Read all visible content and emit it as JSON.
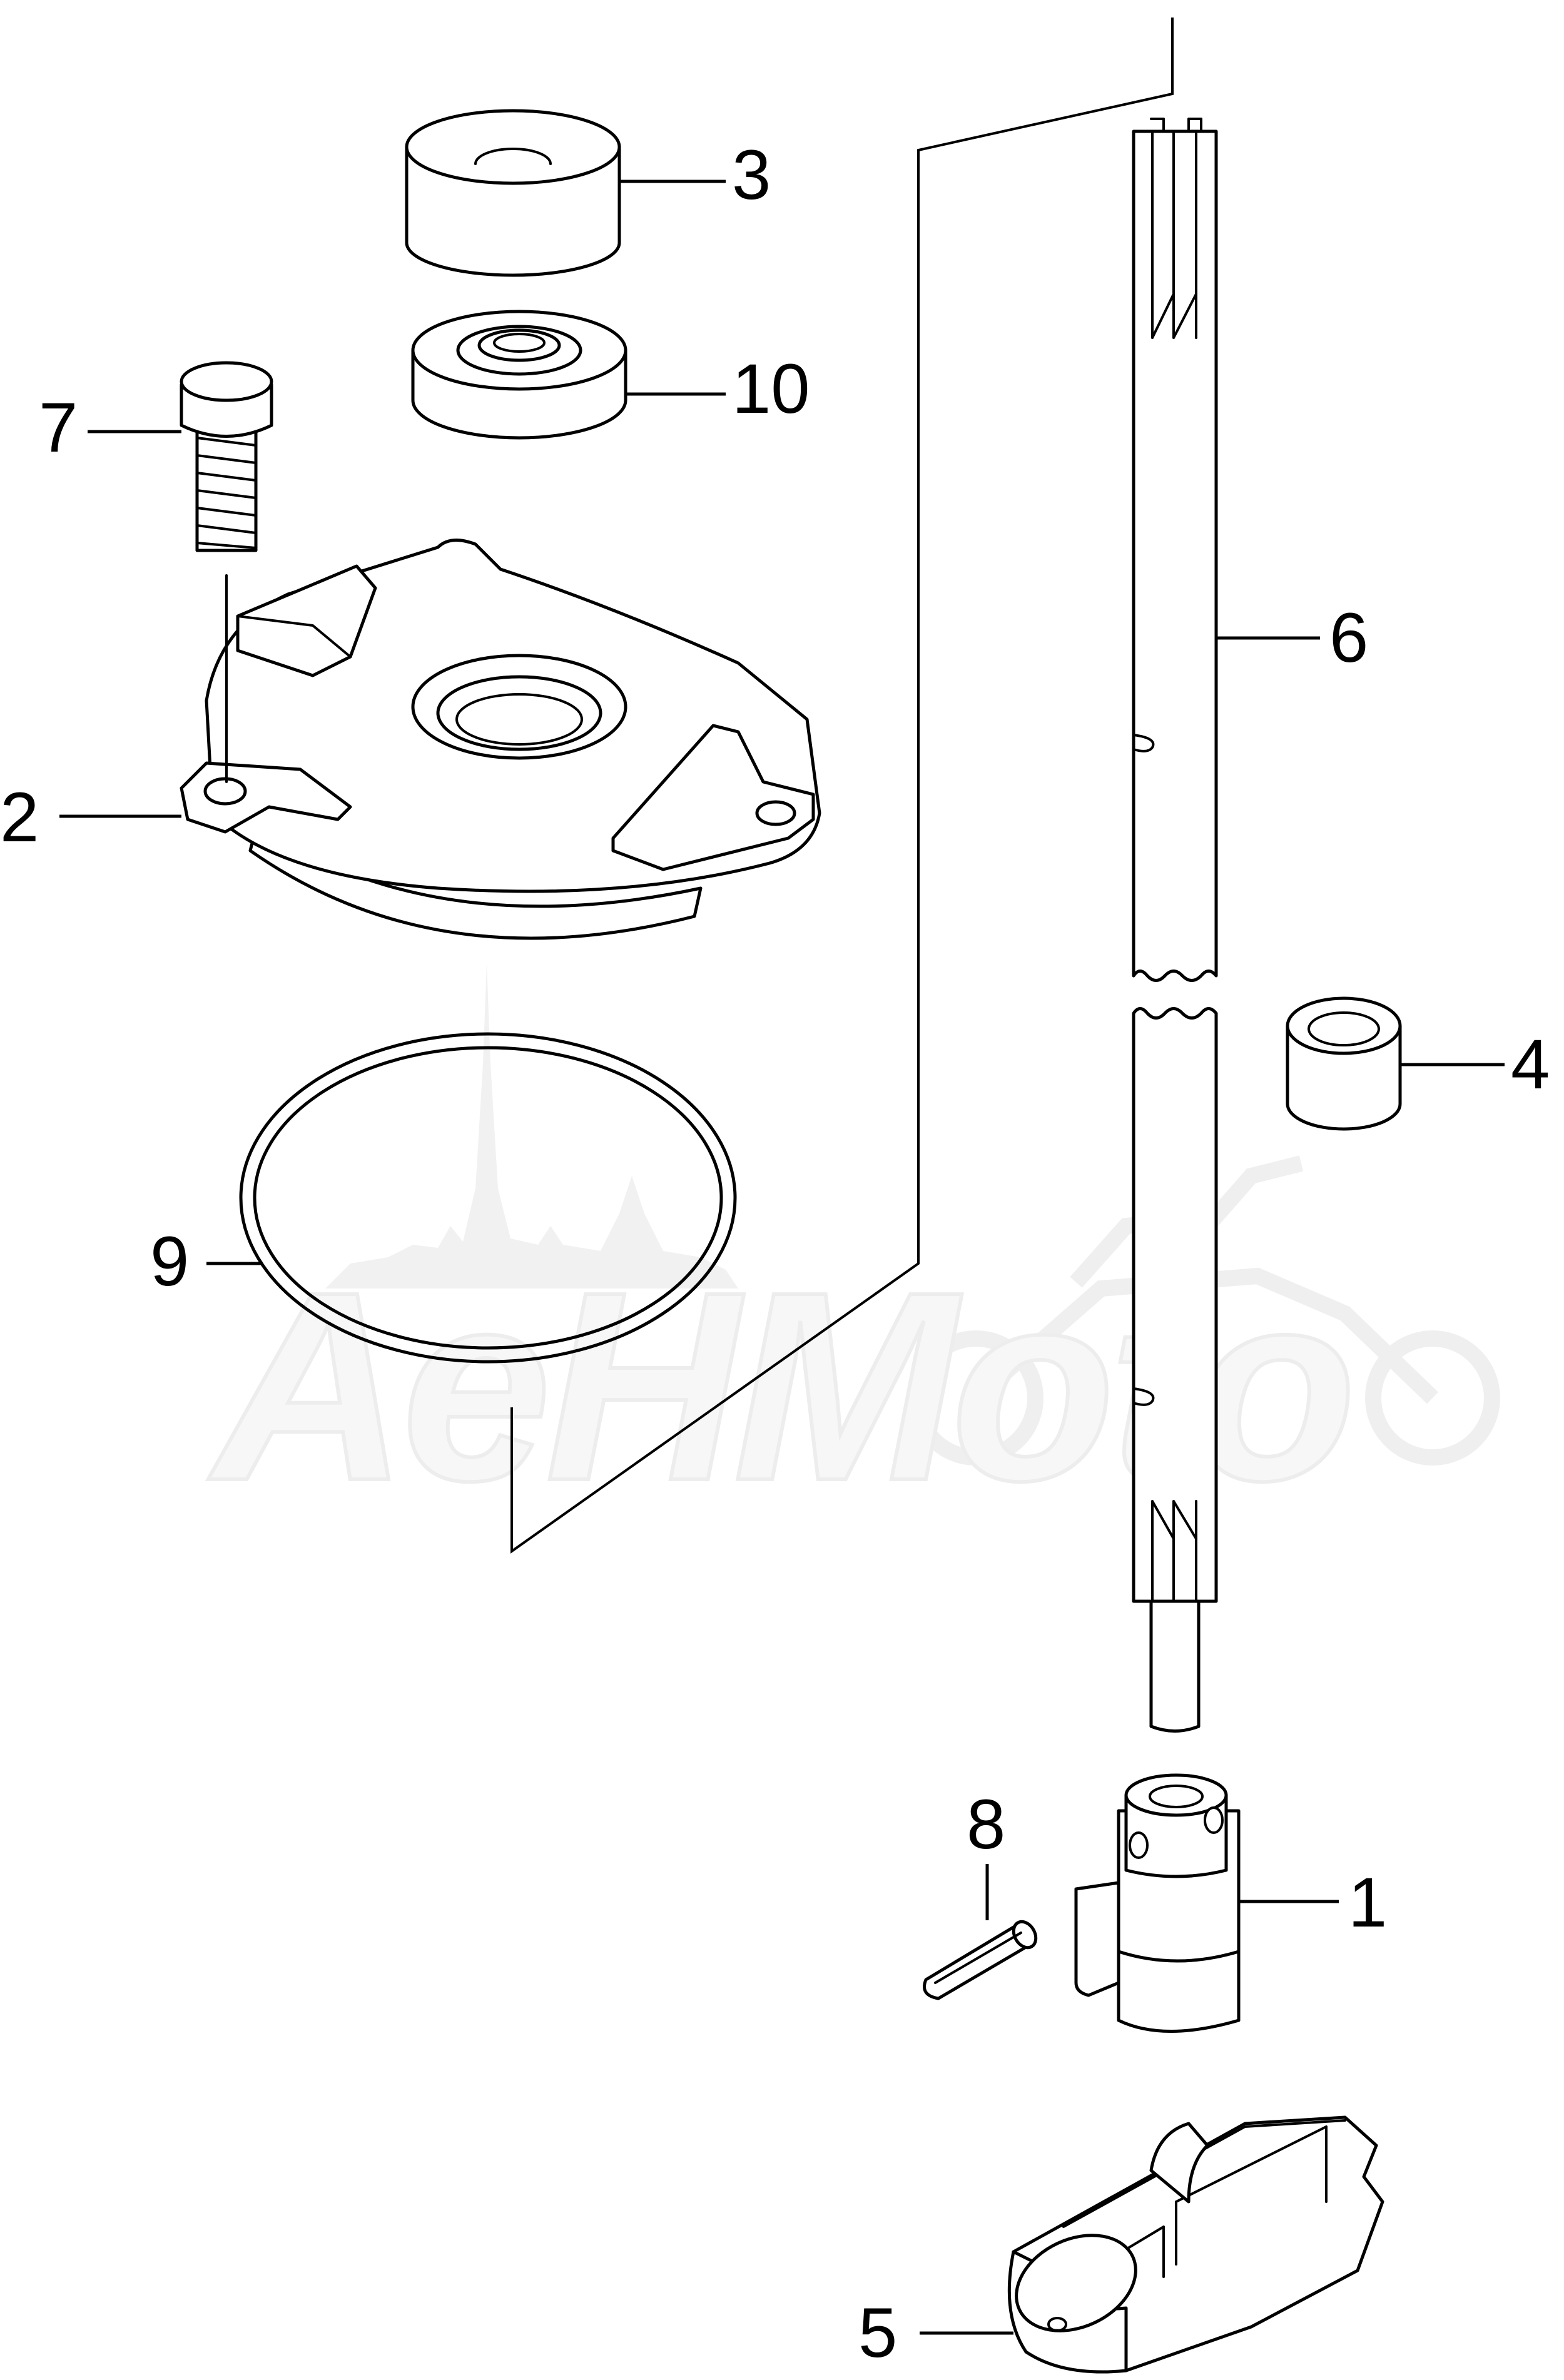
{
  "diagram": {
    "callouts": [
      {
        "id": "1",
        "label": "1"
      },
      {
        "id": "2",
        "label": "2"
      },
      {
        "id": "3",
        "label": "3"
      },
      {
        "id": "4",
        "label": "4"
      },
      {
        "id": "5",
        "label": "5"
      },
      {
        "id": "6",
        "label": "6"
      },
      {
        "id": "7",
        "label": "7"
      },
      {
        "id": "8",
        "label": "8"
      },
      {
        "id": "9",
        "label": "9"
      },
      {
        "id": "10",
        "label": "10"
      }
    ],
    "watermark": "AeHMoto"
  }
}
